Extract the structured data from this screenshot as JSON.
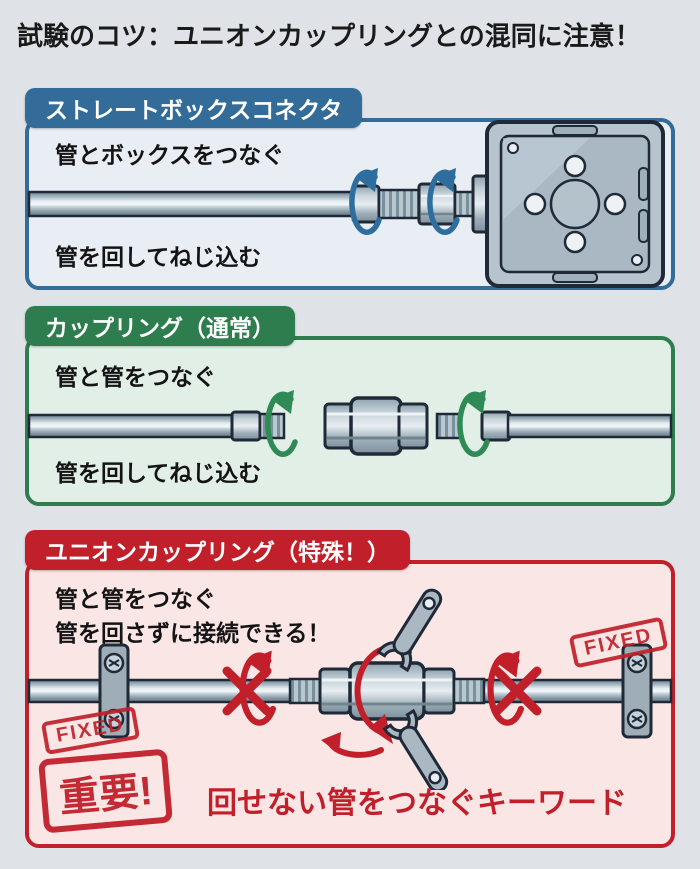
{
  "title": "試験のコツ：ユニオンカップリングとの混同に注意！",
  "colors": {
    "background": "#dfe3e8",
    "blue_accent": "#336b99",
    "blue_panel_bg": "#e9eef5",
    "green_accent": "#2e7d4f",
    "green_panel_bg": "#e2efe6",
    "red_accent": "#c1202a",
    "red_panel_bg": "#fbe6e6",
    "text": "#1a1a1a"
  },
  "icons": {
    "rotation_arrow": "curved-rotation-arrow",
    "no_rotation": "x-mark",
    "wrench": "open-end-wrench",
    "pipe_clamp": "saddle-clamp",
    "outlet_box": "square-electrical-box"
  },
  "sections": {
    "box_connector": {
      "label": "ストレートボックスコネクタ",
      "line1": "管とボックスをつなぐ",
      "line2": "管を回してねじ込む"
    },
    "coupling": {
      "label": "カップリング（通常）",
      "line1": "管と管をつなぐ",
      "line2": "管を回してねじ込む"
    },
    "union_coupling": {
      "label": "ユニオンカップリング（特殊！）",
      "line1": "管と管をつなぐ",
      "line2": "管を回さずに接続できる！",
      "fixed_stamp": "FIXED",
      "important_stamp": "重要!",
      "keyword": "回せない管をつなぐキーワード"
    }
  }
}
